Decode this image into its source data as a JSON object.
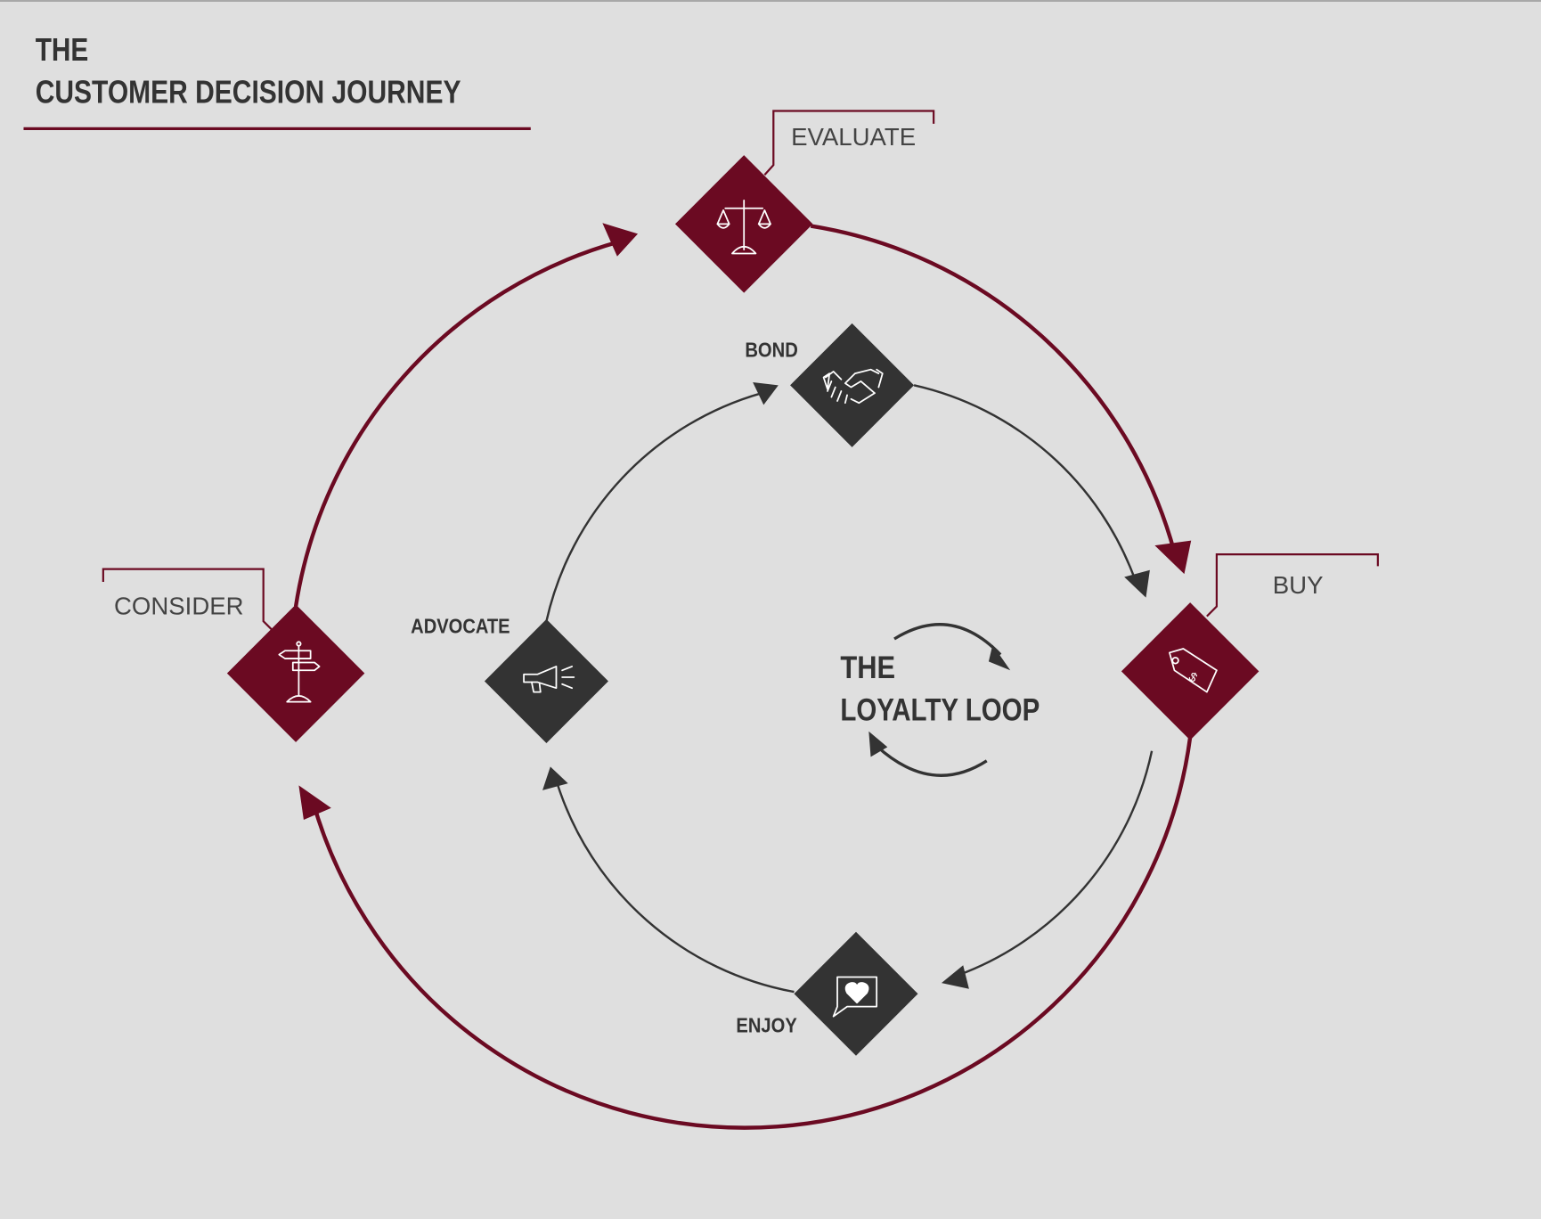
{
  "title": {
    "line1": "THE",
    "line2": "CUSTOMER DECISION JOURNEY"
  },
  "journey_stages": [
    {
      "label": "EVALUATE",
      "icon": "scales-icon"
    },
    {
      "label": "BUY",
      "icon": "price-tag-icon"
    },
    {
      "label": "CONSIDER",
      "icon": "signpost-icon"
    }
  ],
  "loyalty_stages": [
    {
      "label": "BOND",
      "icon": "handshake-icon"
    },
    {
      "label": "ENJOY",
      "icon": "heart-speech-bubble-icon"
    },
    {
      "label": "ADVOCATE",
      "icon": "megaphone-icon"
    }
  ],
  "center": {
    "line1": "THE",
    "line2": "LOYALTY LOOP"
  },
  "colors": {
    "maroon": "#6b0a22",
    "dark": "#333333",
    "background": "#dfdfdf"
  }
}
